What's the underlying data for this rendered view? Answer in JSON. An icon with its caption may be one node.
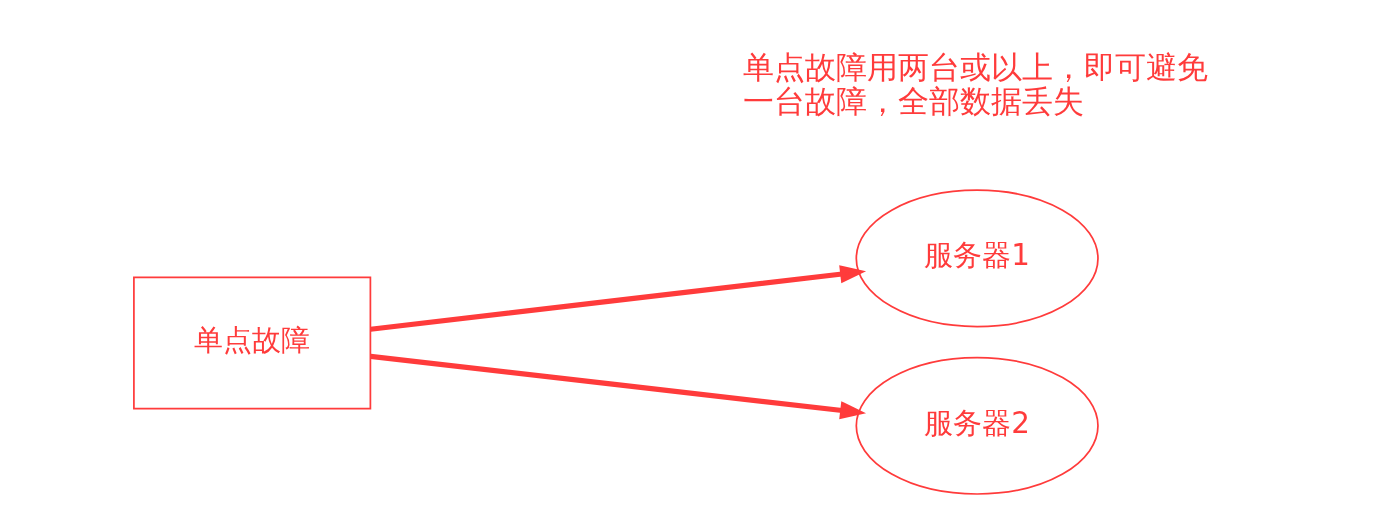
{
  "diagram": {
    "nodes": [
      {
        "text": [
          "单点故障"
        ]
      },
      {
        "text": [
          "服务器1"
        ]
      },
      {
        "text": [
          "服务器2"
        ]
      }
    ],
    "edges": [
      {
        "from": 0,
        "to": 1,
        "arrow": "to"
      },
      {
        "from": 0,
        "to": 2,
        "arrow": "to"
      }
    ],
    "labels": [
      "单点故障用两台或以上，即可避免一台故障，全部数据丢失"
    ]
  }
}
